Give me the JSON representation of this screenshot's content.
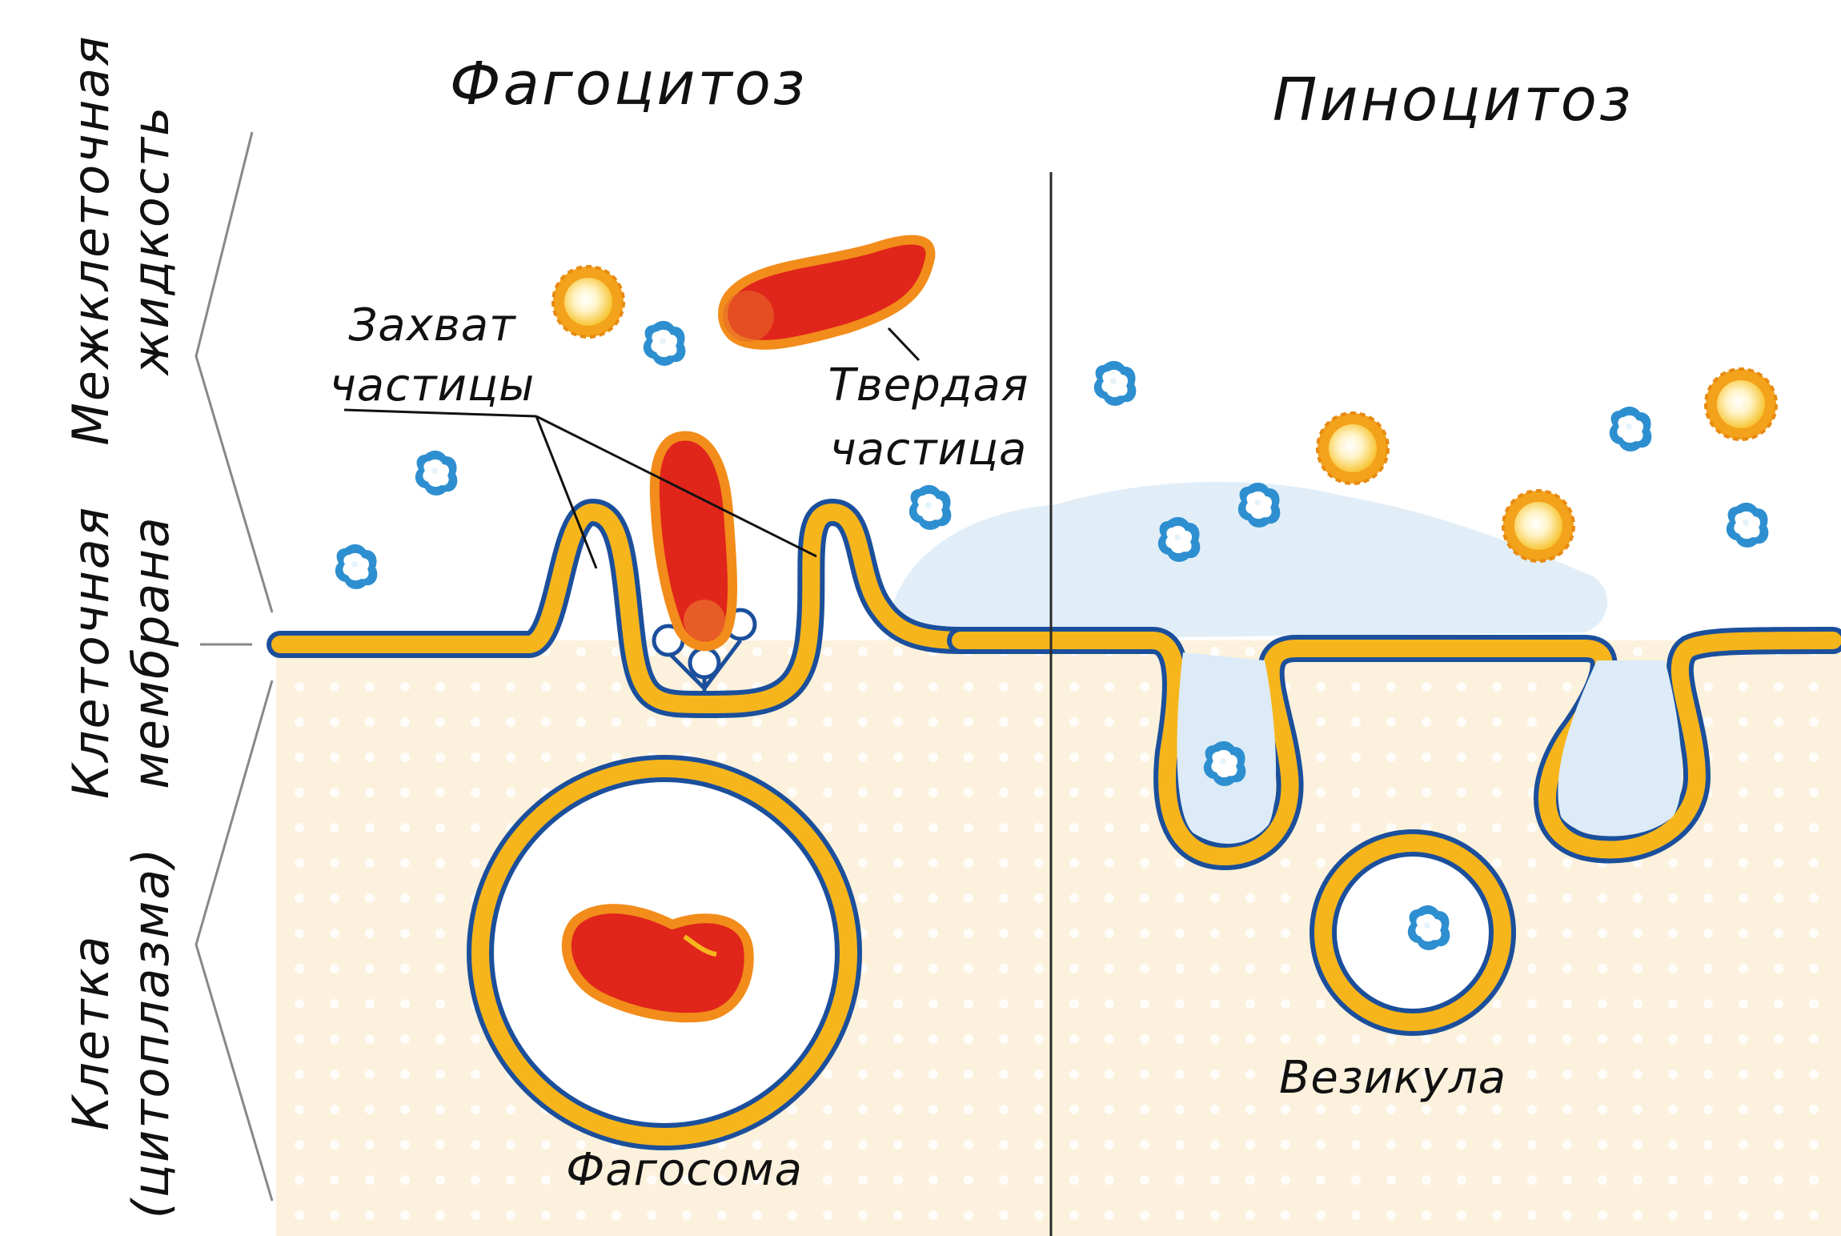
{
  "titles": {
    "phagocytosis": "Фагоцитоз",
    "pinocytosis": "Пиноцитоз"
  },
  "side_labels": {
    "extracellular_line1": "Межклеточная",
    "extracellular_line2": "жидкость",
    "membrane_line1": "Клеточная",
    "membrane_line2": "мембрана",
    "cell_line1": "Клетка",
    "cell_line2": "(цитоплазма)"
  },
  "annotations": {
    "capture_line1": "Захват",
    "capture_line2": "частицы",
    "solid_line1": "Твердая",
    "solid_line2": "частица",
    "phagosome": "Фагосома",
    "vesicle": "Везикула"
  },
  "colors": {
    "membrane_fill": "#F7B51C",
    "membrane_outline": "#1B4F9C",
    "cytoplasm": "#FCF1DC",
    "particle_red": "#E0251B",
    "particle_orange": "#F28C1A",
    "droplet_blue": "#2E8FD0",
    "fluid_blue": "#DCEBF7",
    "yellow_ball": "#F3A21C"
  },
  "icons": [
    "bacterium-icon",
    "yellow-ball-icon",
    "water-droplet-icon",
    "receptor-icon"
  ]
}
